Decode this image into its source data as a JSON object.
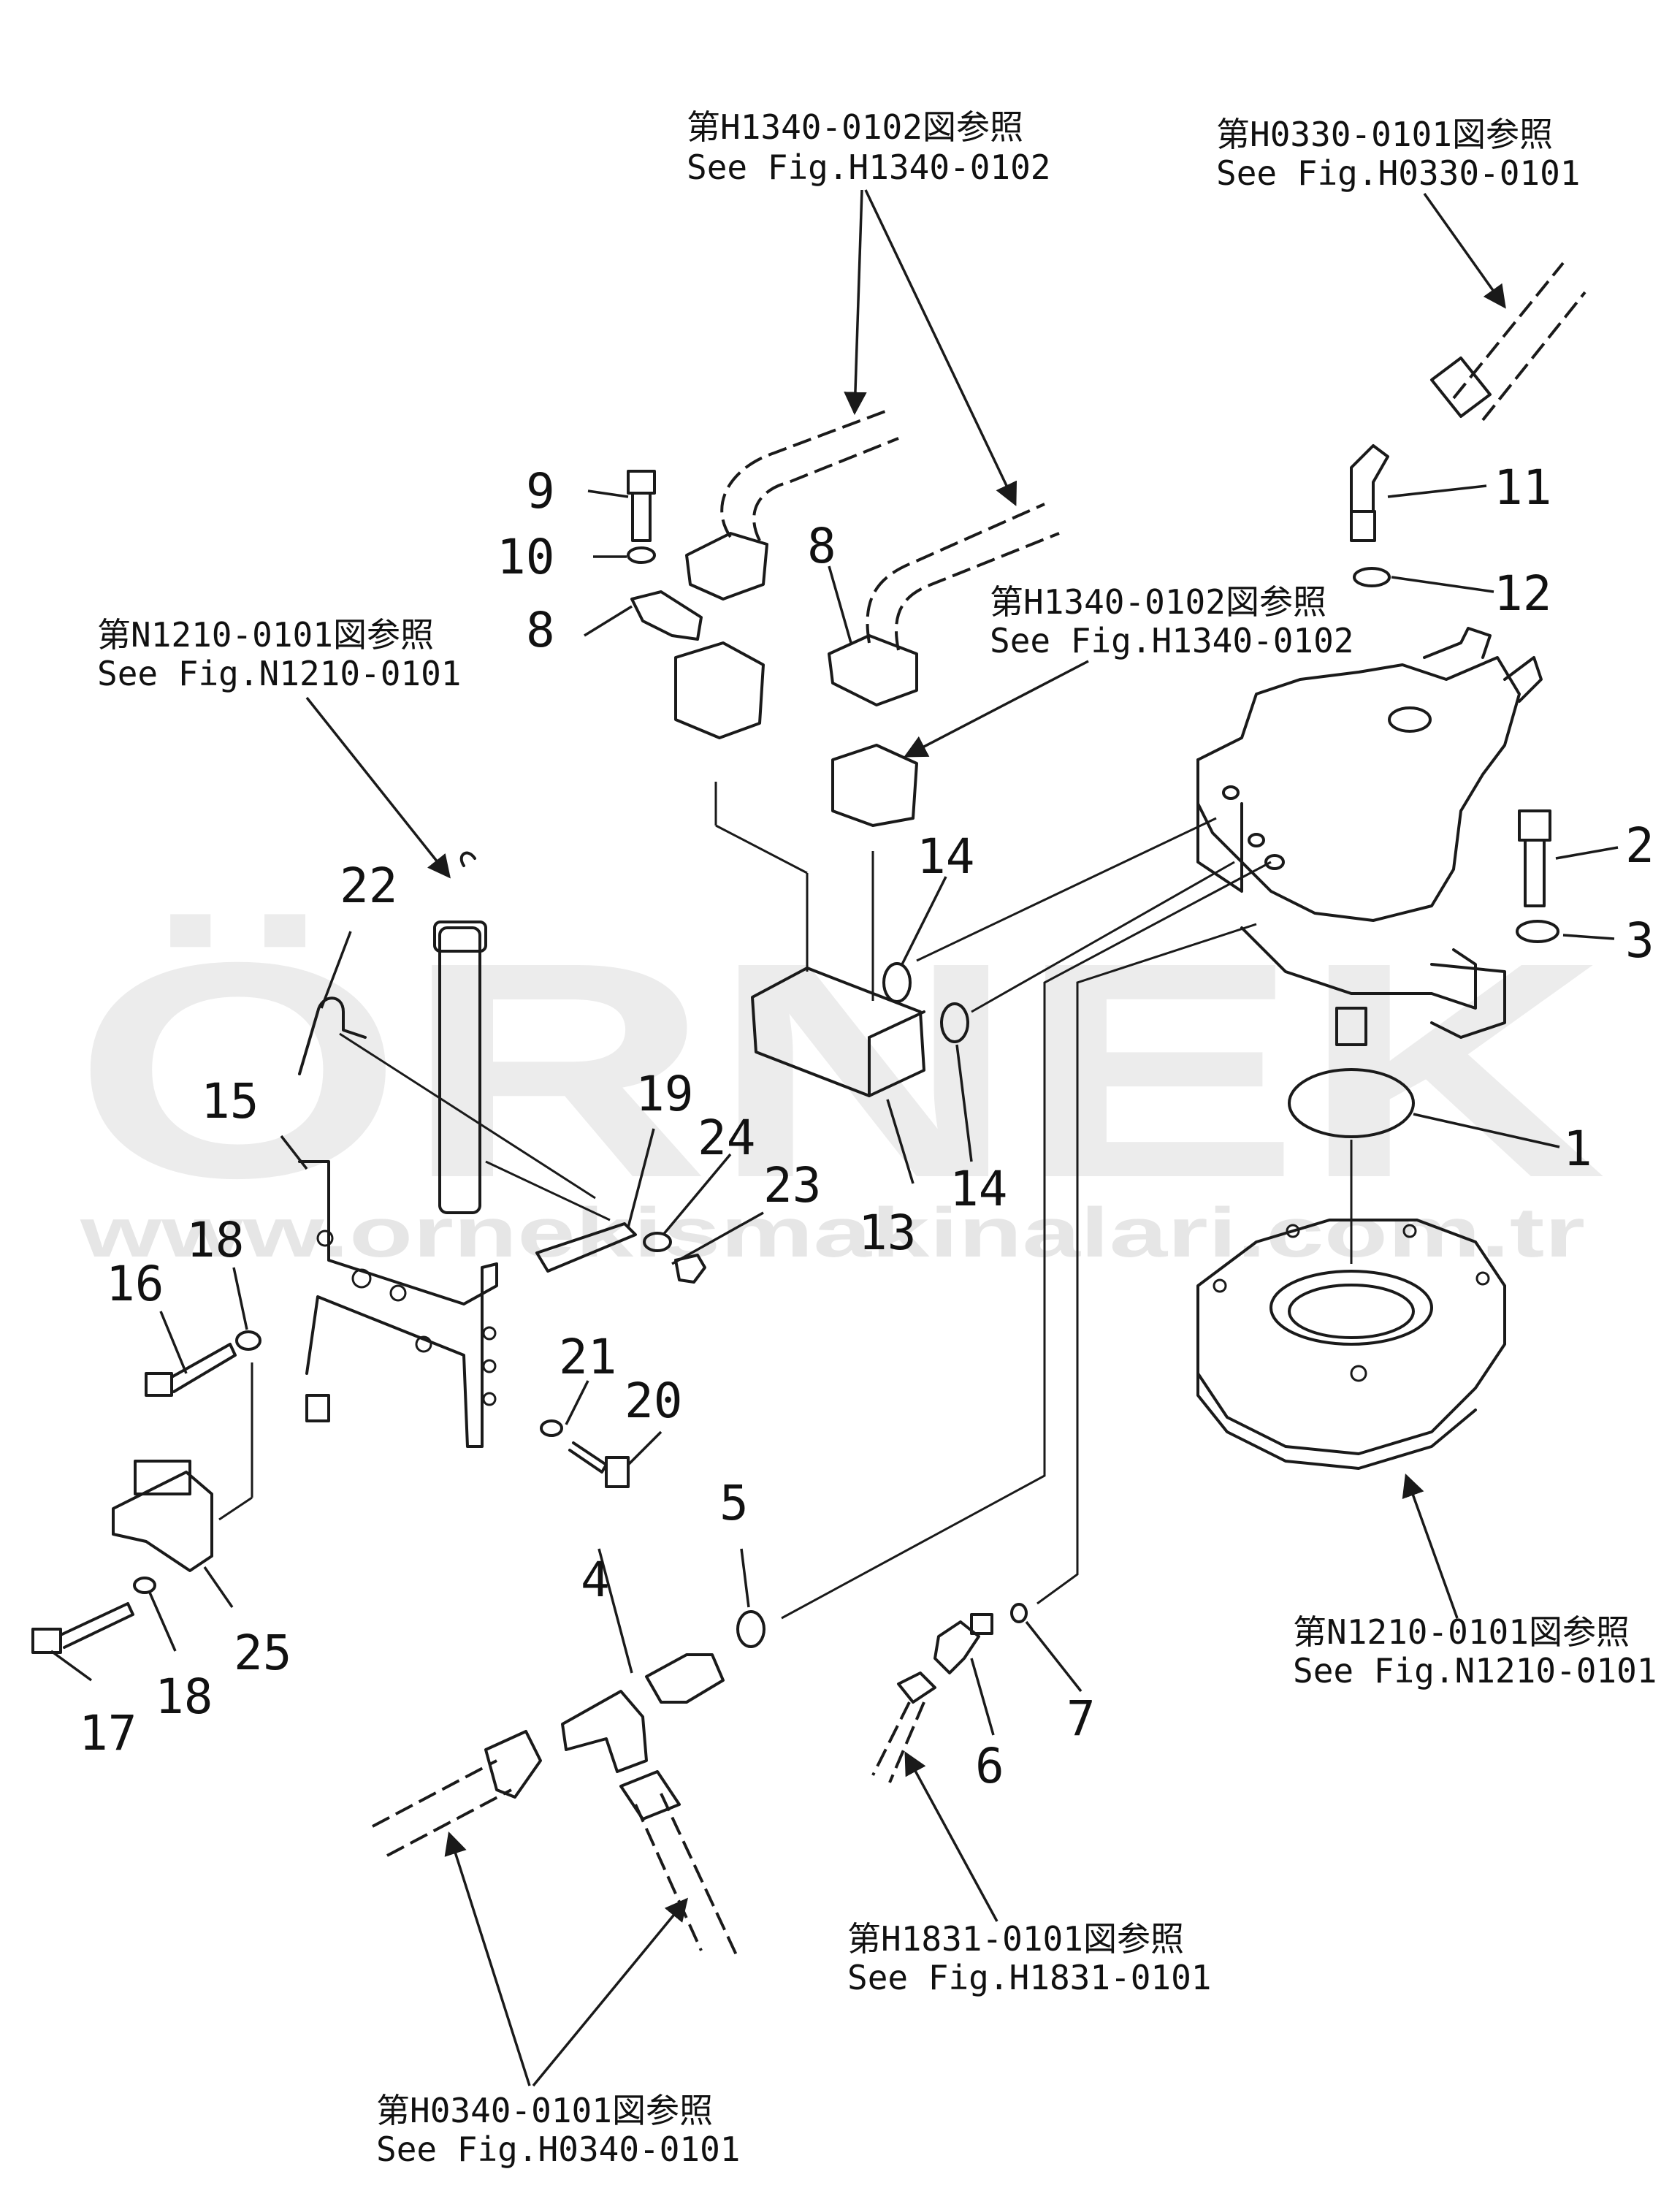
{
  "watermark": {
    "brand": "ÖRNEK",
    "url": "www.ornekismakinalari.com.tr",
    "colors": {
      "letters": "#ececec",
      "accent": "#f5d98a"
    }
  },
  "callouts": [
    "1",
    "2",
    "3",
    "4",
    "5",
    "6",
    "7",
    "8",
    "8",
    "9",
    "10",
    "11",
    "12",
    "13",
    "14",
    "14",
    "15",
    "16",
    "17",
    "18",
    "18",
    "19",
    "20",
    "21",
    "22",
    "23",
    "24",
    "25"
  ],
  "references": [
    {
      "jp": "第H1340-0102図参照",
      "en": "See Fig.H1340-0102"
    },
    {
      "jp": "第H0330-0101図参照",
      "en": "See Fig.H0330-0101"
    },
    {
      "jp": "第N1210-0101図参照",
      "en": "See Fig.N1210-0101"
    },
    {
      "jp": "第H1340-0102図参照",
      "en": "See Fig.H1340-0102"
    },
    {
      "jp": "第N1210-0101図参照",
      "en": "See Fig.N1210-0101"
    },
    {
      "jp": "第H1831-0101図参照",
      "en": "See Fig.H1831-0101"
    },
    {
      "jp": "第H0340-0101図参照",
      "en": "See Fig.H0340-0101"
    }
  ]
}
